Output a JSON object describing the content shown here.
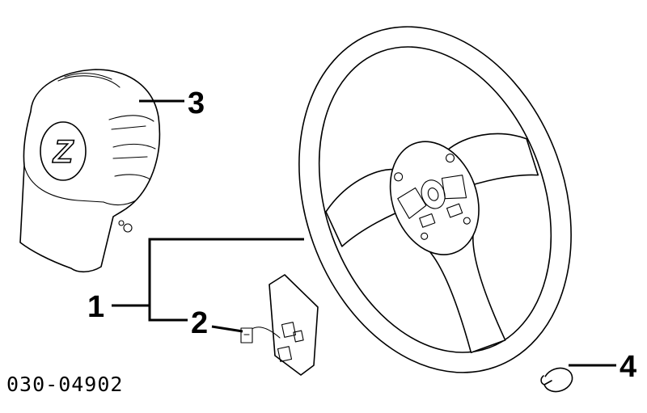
{
  "callouts": {
    "c1": "1",
    "c2": "2",
    "c3": "3",
    "c4": "4"
  },
  "part_number": "030-04902",
  "emblem_letter": "Z"
}
